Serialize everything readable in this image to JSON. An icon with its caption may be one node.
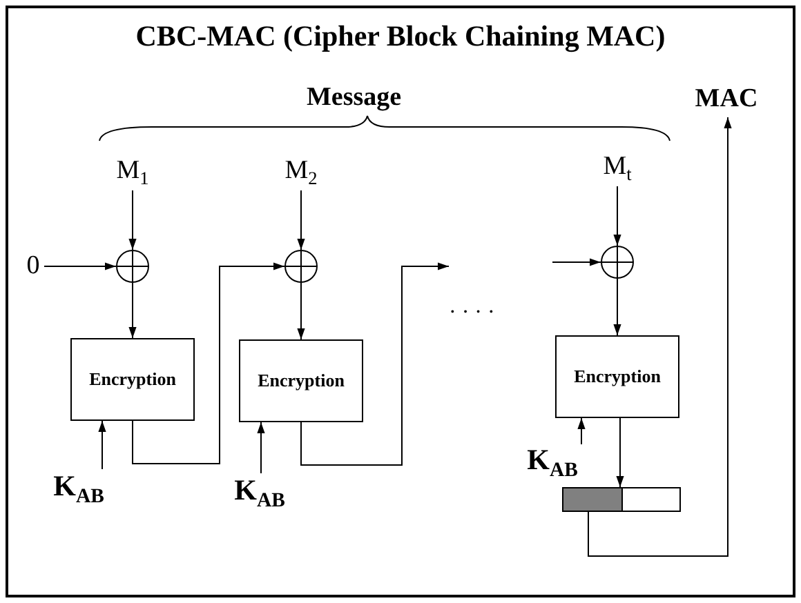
{
  "diagram": {
    "title": "CBC-MAC (Cipher Block Chaining MAC)",
    "nodes": [
      {
        "text": [
          "M$_{1}$"
        ]
      },
      {
        "text": [
          "M$_{2}$"
        ]
      },
      {
        "text": [
          "M$_{t}$"
        ]
      },
      {
        "text": [
          "0"
        ]
      },
      {
        "text": [],
        "shape": "circle"
      },
      {
        "text": [],
        "shape": "circle"
      },
      {
        "text": [],
        "shape": "circle"
      },
      {
        "text": [
          "Encryption"
        ]
      },
      {
        "text": [
          "Encryption"
        ]
      },
      {
        "text": [
          "Encryption"
        ]
      },
      {
        "text": [
          "K$_{AB}$"
        ]
      },
      {
        "text": [
          "K$_{AB}$"
        ]
      },
      {
        "text": [
          "K$_{AB}$"
        ]
      },
      {
        "text": [],
        "shape": "bar"
      },
      {
        "text": [
          "MAC"
        ]
      }
    ],
    "edges": [
      {
        "from": 0,
        "to": 4,
        "arrow": "to"
      },
      {
        "from": 3,
        "to": 4,
        "arrow": "to"
      },
      {
        "from": 4,
        "to": 7,
        "arrow": "to"
      },
      {
        "from": 10,
        "to": 7,
        "arrow": "to"
      },
      {
        "from": 7,
        "to": 5,
        "arrow": "to"
      },
      {
        "from": 1,
        "to": 5,
        "arrow": "to"
      },
      {
        "from": 5,
        "to": 8,
        "arrow": "to"
      },
      {
        "from": 11,
        "to": 8,
        "arrow": "to"
      },
      {
        "from": 8,
        "to": null,
        "arrow": "to"
      },
      {
        "from": null,
        "to": 6,
        "arrow": "to"
      },
      {
        "from": 2,
        "to": 6,
        "arrow": "to"
      },
      {
        "from": 6,
        "to": 9,
        "arrow": "to"
      },
      {
        "from": 12,
        "to": 9,
        "arrow": "to"
      },
      {
        "from": 9,
        "to": 13,
        "arrow": "to"
      },
      {
        "from": 13,
        "to": 14,
        "arrow": "to"
      }
    ],
    "labels": [
      "Message",
      "· · · ·"
    ]
  }
}
